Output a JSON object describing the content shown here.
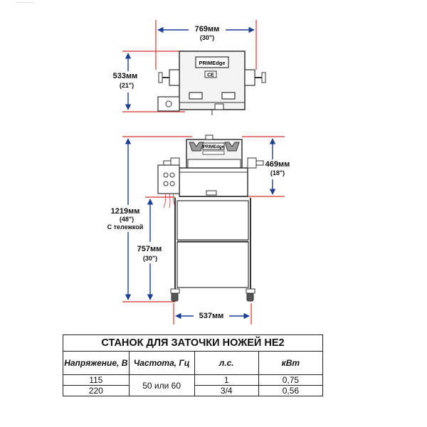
{
  "crop_text": "................",
  "top_view": {
    "brand_label": "PRIMEdge",
    "ce_mark": "CE",
    "width_mm": "769мм",
    "width_in": "(30\")",
    "height_mm": "533мм",
    "height_in": "(21\")"
  },
  "front_view": {
    "brand_label": "PRIMEdge",
    "side_mm": "469мм",
    "side_in": "(18\")",
    "total_mm": "1219мм",
    "total_in": "(48\")",
    "total_note": "С тележкой",
    "cart_mm": "757мм",
    "cart_in": "(30\")",
    "base_mm": "537мм"
  },
  "spec_table": {
    "title": "СТАНОК ДЛЯ ЗАТОЧКИ НОЖЕЙ HE2",
    "headers": [
      "Напряжение, В",
      "Частота, Гц",
      "л.с.",
      "кВт"
    ],
    "rows": [
      {
        "voltage": "115",
        "frequency": "50 или 60",
        "hp": "1",
        "kw": "0,75"
      },
      {
        "voltage": "220",
        "frequency": "",
        "hp": "3/4",
        "kw": "0,56"
      }
    ]
  },
  "colors": {
    "dimension_line": "#1c3f94",
    "reference_line": "#d0342c"
  }
}
